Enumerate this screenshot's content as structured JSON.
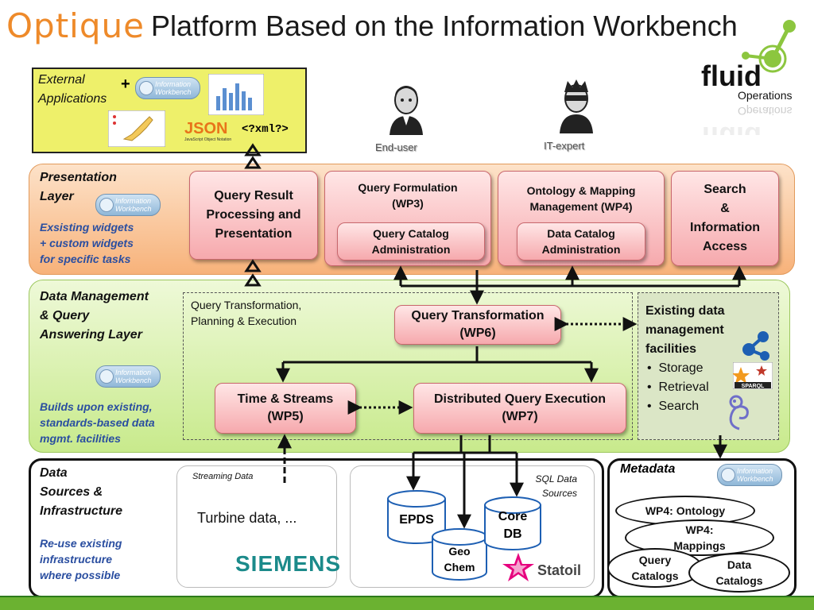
{
  "header": {
    "logo": "Optique",
    "title": "Platform Based on the Information Workbench"
  },
  "partner_logo": {
    "line1": "fluid",
    "line2": "Operations"
  },
  "external": {
    "label_line1": "External",
    "label_line2": "Applications",
    "plus": "+",
    "json": "JSON",
    "json_sub": "JavaScript Object Notation",
    "xml": "<?xml?>"
  },
  "users": {
    "end_user": "End-user",
    "it_expert": "IT-expert"
  },
  "badge_text": "Information Workbench",
  "presentation": {
    "label_line1": "Presentation",
    "label_line2": "Layer",
    "note_line1": "Exsisting widgets",
    "note_line2": "+ custom widgets",
    "note_line3": "for specific tasks",
    "query_result": {
      "l1": "Query Result",
      "l2": "Processing and",
      "l3": "Presentation"
    },
    "query_formulation": {
      "l1": "Query Formulation",
      "l2": "(WP3)"
    },
    "query_catalog": {
      "l1": "Query Catalog",
      "l2": "Administration"
    },
    "ontology": {
      "l1": "Ontology & Mapping",
      "l2": "Management (WP4)"
    },
    "data_catalog": {
      "l1": "Data Catalog",
      "l2": "Administration"
    },
    "search": {
      "l1": "Search",
      "l2": "&",
      "l3": "Information",
      "l4": "Access"
    }
  },
  "data_management": {
    "label_line1": "Data Management",
    "label_line2": "& Query",
    "label_line3": "Answering Layer",
    "note_line1": "Builds upon existing,",
    "note_line2": "standards-based data",
    "note_line3": "mgmt. facilities",
    "qtpe_line1": "Query Transformation,",
    "qtpe_line2": "Planning & Execution",
    "query_transformation": {
      "l1": "Query Transformation",
      "l2": "(WP6)"
    },
    "time_streams": {
      "l1": "Time & Streams",
      "l2": "(WP5)"
    },
    "dqe": {
      "l1": "Distributed Query Execution",
      "l2": "(WP7)"
    },
    "existing": {
      "l1": "Existing data",
      "l2": "management",
      "l3": "facilities",
      "items": [
        "Storage",
        "Retrieval",
        "Search"
      ],
      "sparql": "SPARQL"
    }
  },
  "data_sources": {
    "label_line1": "Data",
    "label_line2": "Sources &",
    "label_line3": "Infrastructure",
    "note_line1": "Re-use existing",
    "note_line2": "infrastructure",
    "note_line3": "where possible",
    "streaming": "Streaming Data",
    "turbine": "Turbine data, ...",
    "siemens": "SIEMENS",
    "sql_line1": "SQL Data",
    "sql_line2": "Sources",
    "epds": "EPDS",
    "geo_l1": "Geo",
    "geo_l2": "Chem",
    "core_l1": "Core",
    "core_l2": "DB",
    "statoil": "Statoil"
  },
  "metadata": {
    "label": "Metadata",
    "ontology": "WP4: Ontology",
    "mappings_l1": "WP4:",
    "mappings_l2": "Mappings",
    "query_l1": "Query",
    "query_l2": "Catalogs",
    "data_l1": "Data",
    "data_l2": "Catalogs"
  }
}
